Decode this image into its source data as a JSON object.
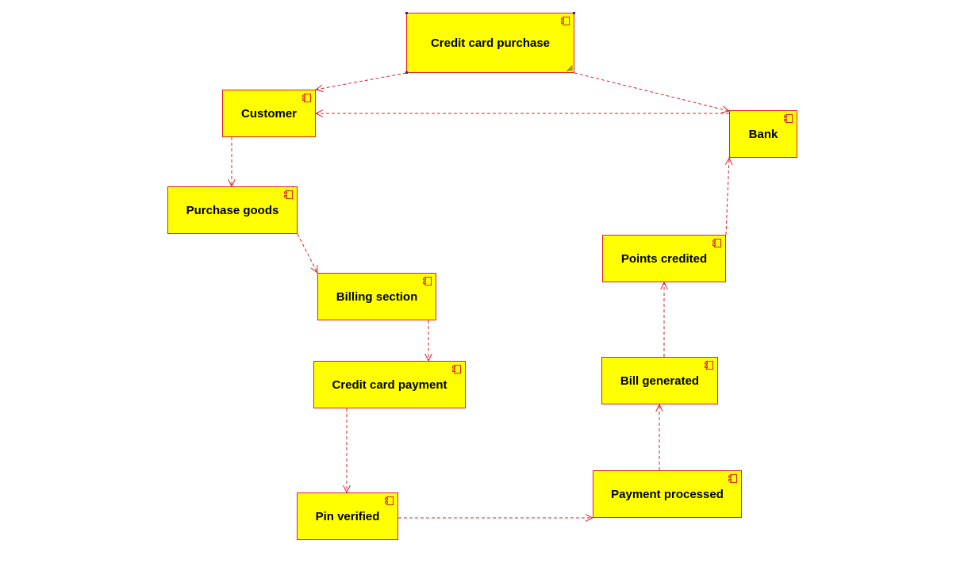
{
  "diagram": {
    "line_color": "#e0202a",
    "node_fill": "#ffff00",
    "node_border": "#e02020",
    "nodes": [
      {
        "id": "credit-card-purchase",
        "label": "Credit card purchase",
        "selected": true,
        "icon": "component-icon"
      },
      {
        "id": "customer",
        "label": "Customer",
        "icon": "component-icon"
      },
      {
        "id": "bank",
        "label": "Bank",
        "icon": "component-icon"
      },
      {
        "id": "purchase-goods",
        "label": "Purchase goods",
        "icon": "component-icon"
      },
      {
        "id": "billing-section",
        "label": "Billing section",
        "icon": "component-icon"
      },
      {
        "id": "credit-card-payment",
        "label": "Credit card payment",
        "icon": "component-icon"
      },
      {
        "id": "pin-verified",
        "label": "Pin verified",
        "icon": "component-icon"
      },
      {
        "id": "payment-processed",
        "label": "Payment processed",
        "icon": "component-icon"
      },
      {
        "id": "bill-generated",
        "label": "Bill generated",
        "icon": "component-icon"
      },
      {
        "id": "points-credited",
        "label": "Points credited",
        "icon": "component-icon"
      }
    ],
    "edges": [
      {
        "from": "credit-card-purchase",
        "to": "customer",
        "style": "dashed"
      },
      {
        "from": "credit-card-purchase",
        "to": "bank",
        "style": "dashed"
      },
      {
        "from": "bank",
        "to": "customer",
        "style": "dashed"
      },
      {
        "from": "customer",
        "to": "purchase-goods",
        "style": "dashed"
      },
      {
        "from": "purchase-goods",
        "to": "billing-section",
        "style": "dashed"
      },
      {
        "from": "billing-section",
        "to": "credit-card-payment",
        "style": "dashed"
      },
      {
        "from": "credit-card-payment",
        "to": "pin-verified",
        "style": "dashed"
      },
      {
        "from": "pin-verified",
        "to": "payment-processed",
        "style": "dashed"
      },
      {
        "from": "payment-processed",
        "to": "bill-generated",
        "style": "dashed"
      },
      {
        "from": "bill-generated",
        "to": "points-credited",
        "style": "dashed"
      },
      {
        "from": "points-credited",
        "to": "bank",
        "style": "dashed"
      }
    ]
  }
}
